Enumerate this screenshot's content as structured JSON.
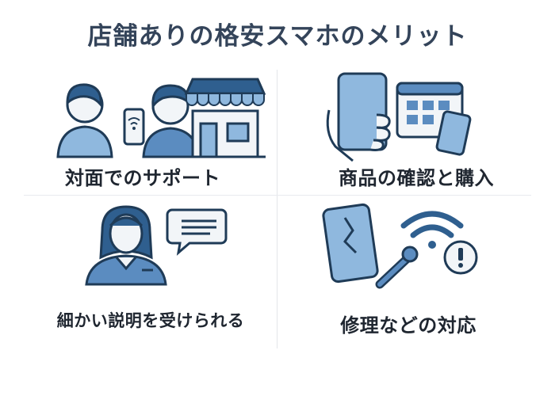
{
  "title": "店舗ありの格安スマホのメリット",
  "cards": [
    {
      "label": "対面でのサポート",
      "icon": "face-to-face-support-icon"
    },
    {
      "label": "商品の確認と購入",
      "icon": "phone-hand-product-icon"
    },
    {
      "label": "細かい説明を受けられる",
      "icon": "staff-speech-bubble-icon"
    },
    {
      "label": "修理などの対応",
      "icon": "broken-phone-repair-icon"
    }
  ],
  "colors": {
    "primary": "#2f5f8f",
    "light": "#8fb8de",
    "mid": "#5b8cc0",
    "outline": "#1f3b57"
  }
}
